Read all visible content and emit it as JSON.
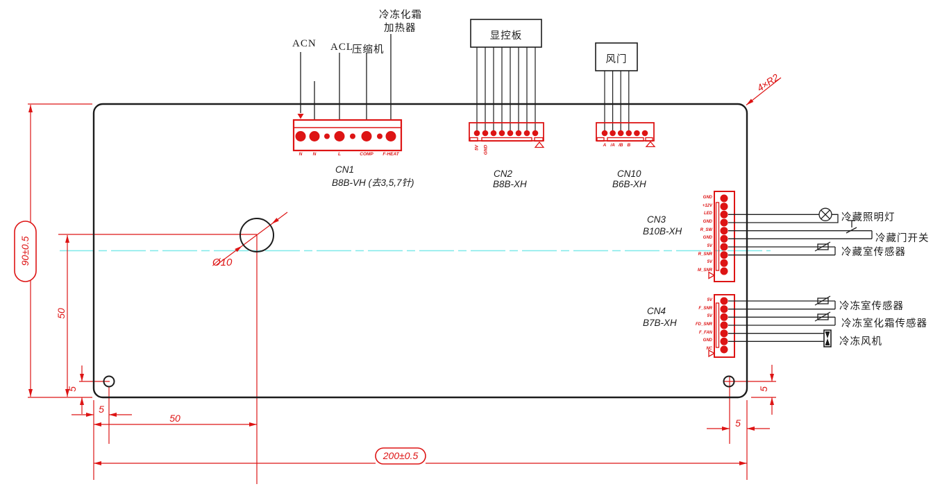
{
  "colors": {
    "red": "#dd1414",
    "cyan": "#7fe9e9",
    "line": "#1c1c1c"
  },
  "cn1": {
    "ref": "CN1",
    "part": "B8B-VH (去3,5,7针)",
    "wire_labels": {
      "acn": "ACN",
      "acl": "ACL",
      "compressor": "压缩机",
      "heater_line1": "冷冻化霜",
      "heater_line2": "加热器"
    },
    "pins": [
      "N",
      "N",
      "L",
      "COMP",
      "F-HEAT"
    ]
  },
  "cn2": {
    "ref": "CN2",
    "part": "B8B-XH",
    "device": "显控板",
    "pins": [
      "5V",
      "GND"
    ]
  },
  "cn10": {
    "ref": "CN10",
    "part": "B6B-XH",
    "device": "风门",
    "pins": [
      "A",
      "/A",
      "/B",
      "B"
    ]
  },
  "cn3": {
    "ref": "CN3",
    "part": "B10B-XH",
    "pins": [
      "GND",
      "+12V",
      "LED",
      "GND",
      "R_SW",
      "GND",
      "5V",
      "R_SNR",
      "5V",
      "M_SNR"
    ],
    "devices": {
      "lamp": "冷藏照明灯",
      "door_switch": "冷藏门开关",
      "sensor": "冷藏室传感器"
    }
  },
  "cn4": {
    "ref": "CN4",
    "part": "B7B-XH",
    "pins": [
      "5V",
      "F_SNR",
      "5V",
      "FD_SNR",
      "F_FAN",
      "GND",
      "NC"
    ],
    "devices": {
      "sensor": "冷冻室传感器",
      "defrost_sensor": "冷冻室化霜传感器",
      "fan": "冷冻风机"
    }
  },
  "dimensions": {
    "board_height": "90±0.5",
    "board_width": "200±0.5",
    "hole_offset_x": "50",
    "hole_offset_y": "50",
    "left_hole_x": "5",
    "left_hole_y": "5",
    "right_hole_x": "5",
    "right_hole_y": "5",
    "center_hole_dia": "Ø10",
    "corner_radius": "4×R2"
  }
}
